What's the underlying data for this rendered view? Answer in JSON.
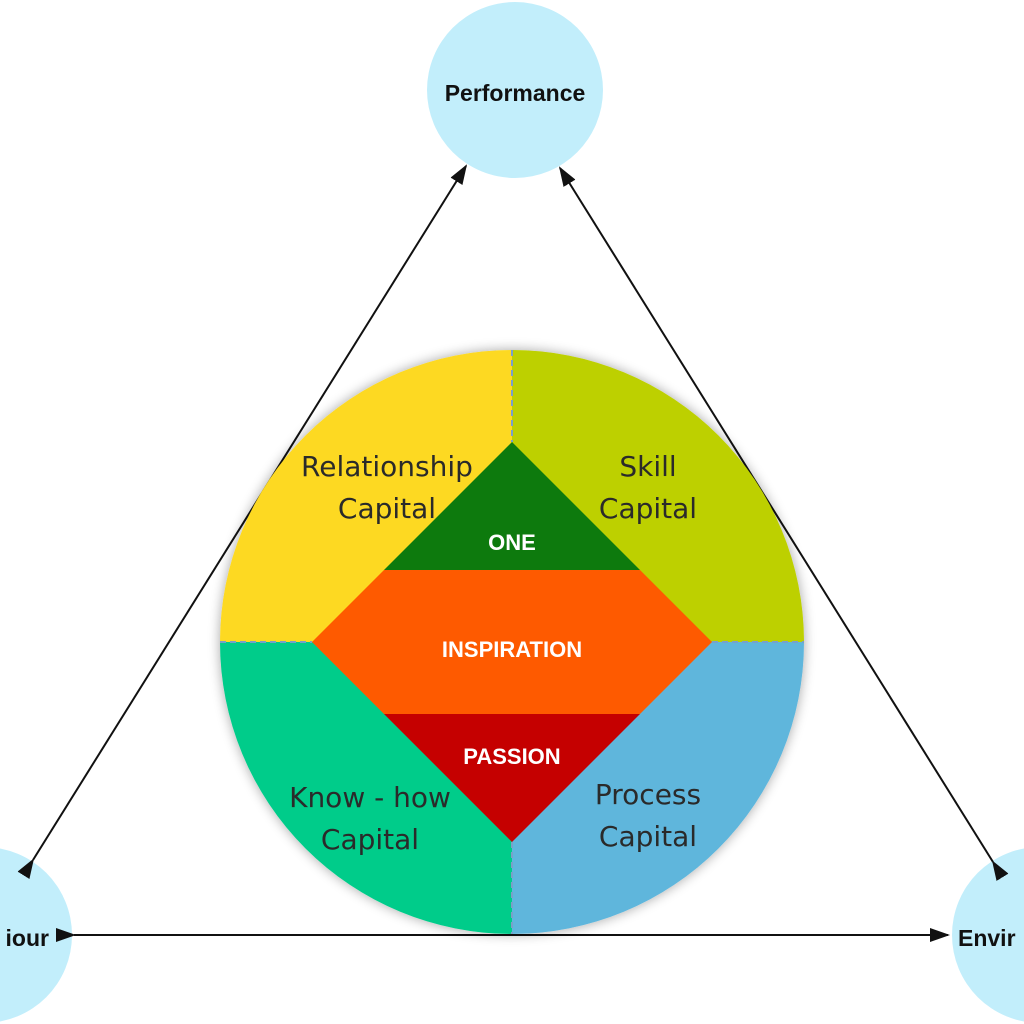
{
  "nodes": {
    "top": "Performance",
    "left": "iour",
    "right": "Envir"
  },
  "quadrants": {
    "top_left": [
      "Relationship",
      "Capital"
    ],
    "top_right": [
      "Skill",
      "Capital"
    ],
    "bottom_left": [
      "Know - how",
      "Capital"
    ],
    "bottom_right": [
      "Process",
      "Capital"
    ]
  },
  "core": {
    "top": "ONE",
    "middle": "INSPIRATION",
    "bottom": "PASSION"
  },
  "colors": {
    "node_fill": "#c2eefb",
    "quad_top_left": "#fdd923",
    "quad_top_right": "#bdd000",
    "quad_bottom_left": "#00cc8a",
    "quad_bottom_right": "#5fb6dc",
    "core_top": "#0a7a0f",
    "core_middle": "#fe5a00",
    "core_bottom": "#c50000",
    "arrow": "#111111"
  },
  "icons": {
    "arrow_head": "arrowhead-icon"
  }
}
